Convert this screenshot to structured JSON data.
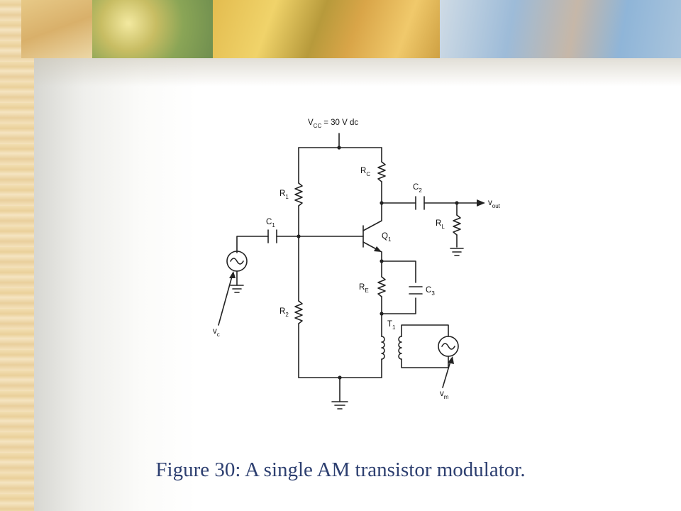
{
  "slide": {
    "caption": "Figure 30: A single AM transistor modulator."
  },
  "circuit": {
    "supply_label": "V",
    "supply_sub": "CC",
    "supply_value": "= 30 V dc",
    "labels": {
      "r1": "R",
      "r1_sub": "1",
      "r2": "R",
      "r2_sub": "2",
      "rc": "R",
      "rc_sub": "C",
      "re": "R",
      "re_sub": "E",
      "rl": "R",
      "rl_sub": "L",
      "c1": "C",
      "c1_sub": "1",
      "c2": "C",
      "c2_sub": "2",
      "c3": "C",
      "c3_sub": "3",
      "q1": "Q",
      "q1_sub": "1",
      "t1": "T",
      "t1_sub": "1",
      "vc": "v",
      "vc_sub": "c",
      "vm": "v",
      "vm_sub": "m",
      "vout": "v",
      "vout_sub": "out"
    }
  },
  "colors": {
    "wire": "#222222",
    "caption": "#2d3f70",
    "panel": "#ffffff",
    "banner_gold": "#e2b74d",
    "banner_blue": "#8fb5d8"
  }
}
